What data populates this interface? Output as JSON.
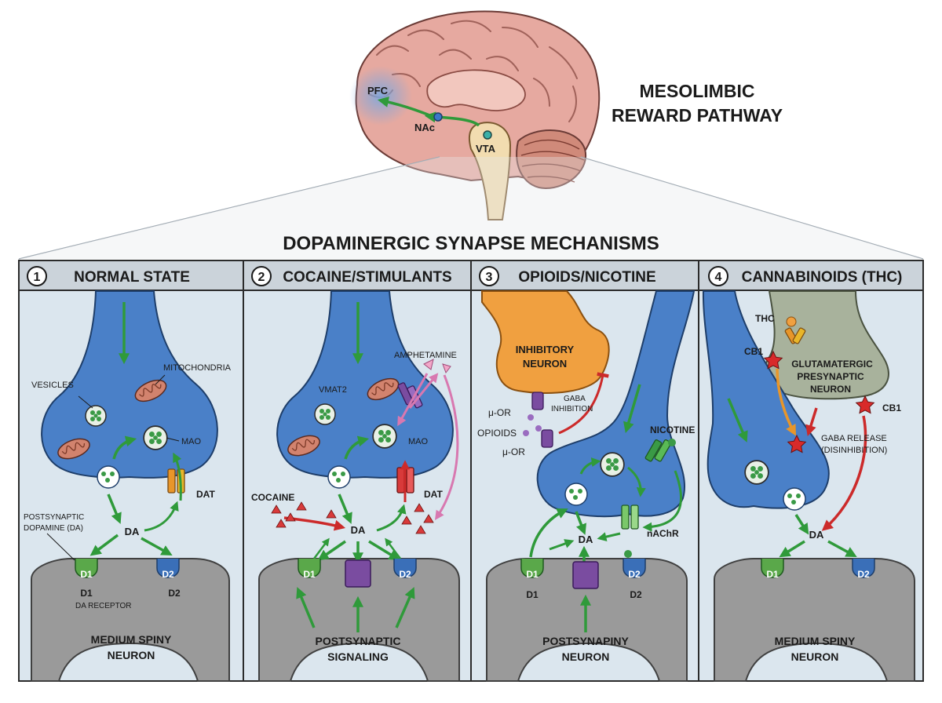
{
  "title": {
    "pathway": [
      "MESOLIMBIC",
      "REWARD PATHWAY"
    ],
    "synapse": "DOPAMINERGIC SYNAPSE MECHANISMS"
  },
  "brain": {
    "pfc": "PFC",
    "nac": "NAc",
    "vta": "VTA"
  },
  "panels": [
    {
      "number": "1",
      "title": "NORMAL STATE",
      "labels": {
        "vesicles": "VESICLES",
        "mitochondria": "MITOCHONDRIA",
        "mao": "MAO",
        "dat": "DAT",
        "da": "DA",
        "postsyn_da_1": "POSTSYNAPTIC",
        "postsyn_da_2": "DOPAMINE (DA)",
        "d1": "D1",
        "d2": "D2",
        "d1_below": "D1",
        "da_receptor": "DA RECEPTOR",
        "d2_below": "D2",
        "neuron_1": "MEDIUM SPINY",
        "neuron_2": "NEURON"
      }
    },
    {
      "number": "2",
      "title": "COCAINE/STIMULANTS",
      "labels": {
        "vmat2": "VMAT2",
        "amphetamine": "AMPHETAMINE",
        "mao": "MAO",
        "dat": "DAT",
        "cocaine": "COCAINE",
        "da": "DA",
        "d1": "D1",
        "d2": "D2",
        "neuron_1": "POSTSYNAPTIC",
        "neuron_2": "SIGNALING"
      }
    },
    {
      "number": "3",
      "title": "OPIOIDS/NICOTINE",
      "labels": {
        "inhib_1": "INHIBITORY",
        "inhib_2": "NEURON",
        "mu_or_1": "μ-OR",
        "mu_or_2": "μ-OR",
        "opioids": "OPIOIDS",
        "gaba_1": "GABA",
        "gaba_2": "INHIBITION",
        "nicotine": "NICOTINE",
        "nachr": "nAChR",
        "da": "DA",
        "d1": "D1",
        "d2": "D2",
        "d1_below": "D1",
        "d2_below": "D2",
        "neuron_1": "POSTSYNAPINY",
        "neuron_2": "NEURON"
      }
    },
    {
      "number": "4",
      "title": "CANNABINOIDS (THC)",
      "labels": {
        "thc": "THC",
        "cb1_a": "CB1",
        "cb1_b": "CB1",
        "glut_1": "GLUTAMATERGIC",
        "glut_2": "PRESYNAPTIC",
        "glut_3": "NEURON",
        "gaba_1": "GABA RELEASE",
        "gaba_2": "(DISINHIBITION)",
        "da": "DA",
        "d1": "D1",
        "d2": "D2",
        "neuron_1": "MEDIUM SPINY",
        "neuron_2": "NEURON"
      }
    }
  ],
  "colors": {
    "neuron_blue": "#4a80c8",
    "postsynaptic_gray": "#9a9a9a",
    "panel_bg": "#dbe6ee",
    "header_bg": "#cbd3da",
    "arrow_green": "#2f9a3a",
    "arrow_red": "#cc2a2a",
    "inhibitory_orange": "#f0a040",
    "glutamatergic_sage": "#a8b29c",
    "receptor_green": "#5aa84a",
    "receptor_blue": "#3a6fb8",
    "receptor_purple": "#7a4ca0",
    "mitochondria": "#d2836e",
    "brain_pink": "#e6a9a0"
  }
}
